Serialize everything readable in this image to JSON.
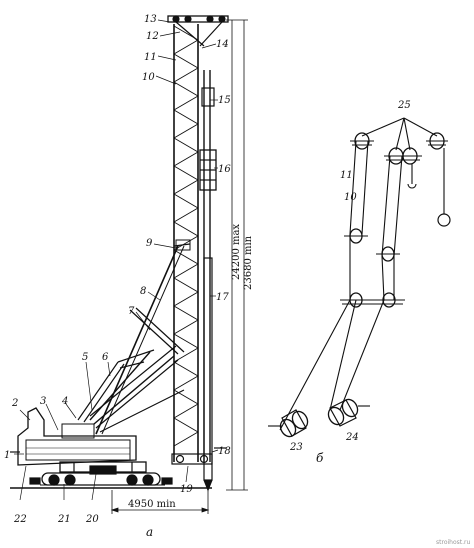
{
  "figure_labels": {
    "a": "а",
    "b": "б"
  },
  "dimensions": {
    "height_max": "24200 max",
    "height_min": "23680 min",
    "width_min": "4950 min"
  },
  "watermark": "stroihost.ru",
  "parts": {
    "p1": "1",
    "p2": "2",
    "p3": "3",
    "p4": "4",
    "p5": "5",
    "p6": "6",
    "p7": "7",
    "p8": "8",
    "p9": "9",
    "p10": "10",
    "p11": "11",
    "p12": "12",
    "p13": "13",
    "p14": "14",
    "p15": "15",
    "p16": "16",
    "p17": "17",
    "p18": "18",
    "p19": "19",
    "p20": "20",
    "p21": "21",
    "p22": "22",
    "p23": "23",
    "p24": "24",
    "p25": "25",
    "b10": "10",
    "b11": "11"
  }
}
